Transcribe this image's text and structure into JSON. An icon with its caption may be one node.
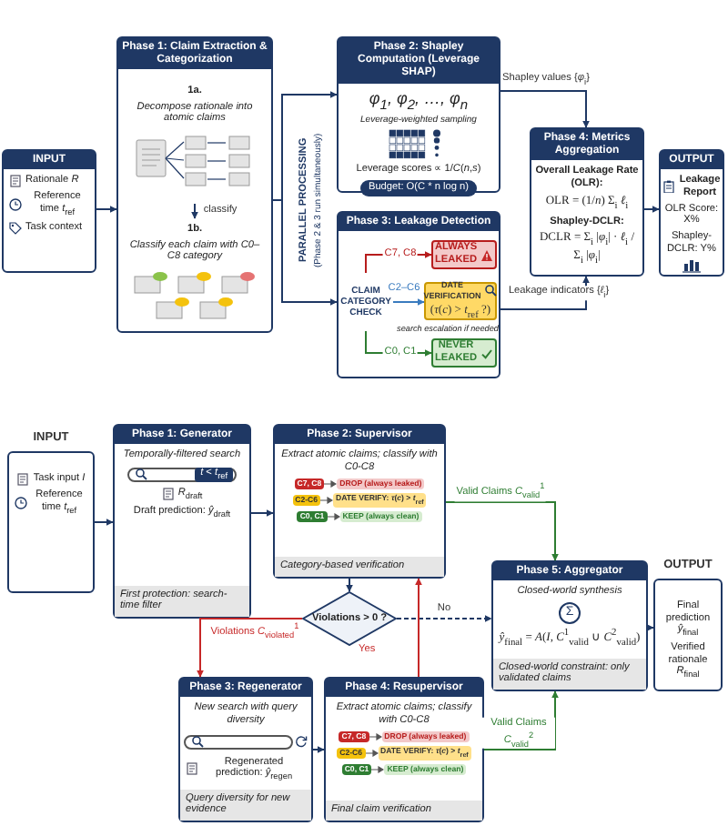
{
  "diagram": {
    "nodes": [
      {
        "text": [
          "INPUT",
          "Rationale *R*",
          "Reference time *t*$_{ref}$",
          "Task context"
        ]
      },
      {
        "text": [
          "Phase 1: Claim Extraction & Categorization"
        ]
      },
      {
        "text": [
          "1a.",
          "Decompose rationale into atomic claims"
        ],
        "in": 1
      },
      {
        "text": [
          "1b.",
          "Classify each claim with C0–C8 category"
        ],
        "in": 1
      },
      {
        "text": [
          "Phase 2: Shapley Computation (Leverage SHAP)",
          "*φ*$_{1}$, *φ*$_{2}$, …, *φ*$_{n}$",
          "Leverage-weighted sampling",
          "Leverage scores ∝ 1/*C*(*n*,*s*)",
          "Budget: O(C * n log n)"
        ]
      },
      {
        "text": [
          "Phase 3: Leakage Detection"
        ]
      },
      {
        "text": [
          "CLAIM CATEGORY CHECK"
        ],
        "in": 5
      },
      {
        "text": [
          "ALWAYS LEAKED"
        ],
        "in": 5
      },
      {
        "text": [
          "DATE VERIFICATION",
          "(*τ*(*c*) > *t*$_{ref}$ ?)"
        ],
        "beside": [
          "search escalation if needed"
        ],
        "in": 5
      },
      {
        "text": [
          "NEVER LEAKED"
        ],
        "in": 5
      },
      {
        "text": [
          "Phase 4: Metrics Aggregation",
          "Overall Leakage Rate (OLR):",
          "OLR = (1/*n*) Σ$_{i}$ *ℓ*$_{i}$",
          "Shapley-DCLR:",
          "DCLR = Σ$_{i}$ |*φ*$_{i}$| · *ℓ*$_{i}$ / Σ$_{i}$ |*φ*$_{i}$|"
        ]
      },
      {
        "text": [
          "OUTPUT",
          "Leakage Report",
          "OLR Score: X%",
          "Shapley-DCLR: Y%"
        ]
      },
      {
        "text": [
          "INPUT",
          "Task input *I*",
          "Reference time *t*$_{ref}$"
        ]
      },
      {
        "text": [
          "Phase 1: Generator",
          "Temporally-filtered search",
          "*t* < *t*$_{ref}$",
          "*R*$_{draft}$",
          "Draft prediction: *ŷ*$_{draft}$",
          "First protection: search-time filter"
        ]
      },
      {
        "text": [
          "Phase 2: Supervisor",
          "Extract atomic claims; classify with C0-C8",
          "C7, C8",
          "DROP (always leaked)",
          "C2-C6",
          "DATE VERIFY: *τ*(*c*) > *t*$_{ref}$",
          "C0, C1",
          "KEEP (always clean)",
          "Category-based verification"
        ]
      },
      {
        "text": [
          "Violations > 0 ?"
        ]
      },
      {
        "text": [
          "Phase 3: Regenerator",
          "New search with query diversity",
          "Regenerated prediction: *ŷ*$_{regen}$",
          "Query diversity for new evidence"
        ]
      },
      {
        "text": [
          "Phase 4: Resupervisor",
          "Extract atomic claims; classify with C0-C8",
          "C7, C8",
          "DROP (always leaked)",
          "C2-C6",
          "DATE VERIFY: *τ*(*c*) > *t*$_{ref}$",
          "C0, C1",
          "KEEP (always clean)",
          "Final claim verification"
        ]
      },
      {
        "text": [
          "Phase 5: Aggregator",
          "Closed-world synthesis",
          "Σ",
          "*ŷ*$_{final}$ = *A*(*I*, *C*$^{1}$$_{valid}$ ∪ *C*$^{2}$$_{valid}$)",
          "Closed-world constraint: only validated claims"
        ]
      },
      {
        "text": [
          "OUTPUT",
          "Final prediction *ŷ*$_{final}$",
          "Verified rationale *R*$_{final}$"
        ]
      }
    ],
    "edges": [
      {
        "from": 0,
        "to": 1,
        "arrow": "to"
      },
      {
        "from": 2,
        "to": 3,
        "label": "classify",
        "arrow": "to"
      },
      {
        "from": 1,
        "to": 4,
        "arrow": "to"
      },
      {
        "from": 1,
        "to": 5,
        "arrow": "to"
      },
      {
        "from": 6,
        "to": 7,
        "label": "C7, C8",
        "arrow": "to",
        "color": "#b71c1c"
      },
      {
        "from": 6,
        "to": 8,
        "label": "C2–C6",
        "arrow": "to",
        "color": "#3a7bbf"
      },
      {
        "from": 6,
        "to": 9,
        "label": "C0, C1",
        "arrow": "to",
        "color": "#2e7d32"
      },
      {
        "from": 4,
        "to": 10,
        "label": "Shapley values {*φ*$_{i}$}",
        "arrow": "to"
      },
      {
        "from": 5,
        "to": 10,
        "label": "Leakage indicators {*ℓ*$_{i}$}",
        "arrow": "to"
      },
      {
        "from": 10,
        "to": 11,
        "arrow": "to"
      },
      {
        "from": 12,
        "to": 13,
        "arrow": "to"
      },
      {
        "from": 13,
        "to": 14,
        "arrow": "to"
      },
      {
        "from": 14,
        "to": 15,
        "arrow": "to"
      },
      {
        "from": 15,
        "to": 16,
        "label": "Violations *C*$_{violated}$$^{1}$",
        "arrow": "to",
        "color": "#c62828"
      },
      {
        "from": 15,
        "to": 18,
        "label": "No",
        "arrow": "to",
        "style": "dashed"
      },
      {
        "from": 16,
        "to": 17,
        "arrow": "to"
      },
      {
        "from": 17,
        "to": 14,
        "arrow": "to",
        "color": "#c62828"
      },
      {
        "from": 14,
        "to": 18,
        "label": "Valid Claims *C*$_{valid}$$^{1}$",
        "arrow": "to",
        "color": "#2e7d32"
      },
      {
        "from": 17,
        "to": 18,
        "label": "Valid Claims *C*$_{valid}$$^{2}$",
        "arrow": "to",
        "color": "#2e7d32"
      },
      {
        "from": 18,
        "to": 19,
        "arrow": "to"
      }
    ],
    "labels": [
      "PARALLEL PROCESSING",
      "(Phase 2 & 3 run simultaneously)",
      "Yes"
    ]
  }
}
